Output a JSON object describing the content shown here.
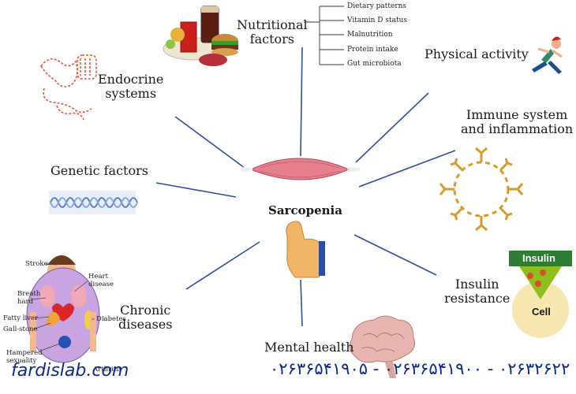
{
  "center": {
    "label": "Sarcopenia"
  },
  "factors": {
    "nutritional": {
      "label": "Nutritional\nfactors",
      "sub": [
        "Dietary patterns",
        "Vitamin D status",
        "Malnutrition",
        "Protein intake",
        "Gut microbiota"
      ]
    },
    "physical_activity": {
      "label": "Physical activity"
    },
    "immune": {
      "label": "Immune system\nand inflammation"
    },
    "insulin": {
      "label": "Insulin\nresistance",
      "top_text": "Insulin",
      "cell_text": "Cell"
    },
    "mental": {
      "label": "Mental health"
    },
    "chronic": {
      "label": "Chronic\ndiseases",
      "annotations": [
        "Stroke",
        "Heart\ndisease",
        "Breath\nhard",
        "Fatty liver",
        "Gall-stone",
        "Diabetes",
        "Hampered\nsexuality",
        "Arthritis"
      ]
    },
    "genetic": {
      "label": "Genetic factors"
    },
    "endocrine": {
      "label": "Endocrine\nsystems"
    }
  },
  "watermark": {
    "site": "fardislab.com",
    "phones": "۰۲۶۳۶۵۴۱۹۰۵ - ۰۲۶۳۶۵۴۱۹۰۰ - ۰۲۶۳۲۶۲۲"
  },
  "colors": {
    "connector": "#2f4f9e",
    "brand": "#0b2a8c",
    "muscle": "#e6808f",
    "immune": "#d89a2a",
    "dna": "#5b7fd0",
    "insulin_triangle": "#8fbf1c",
    "cell": "#f7e7b0",
    "dots": "#d94b2b"
  }
}
